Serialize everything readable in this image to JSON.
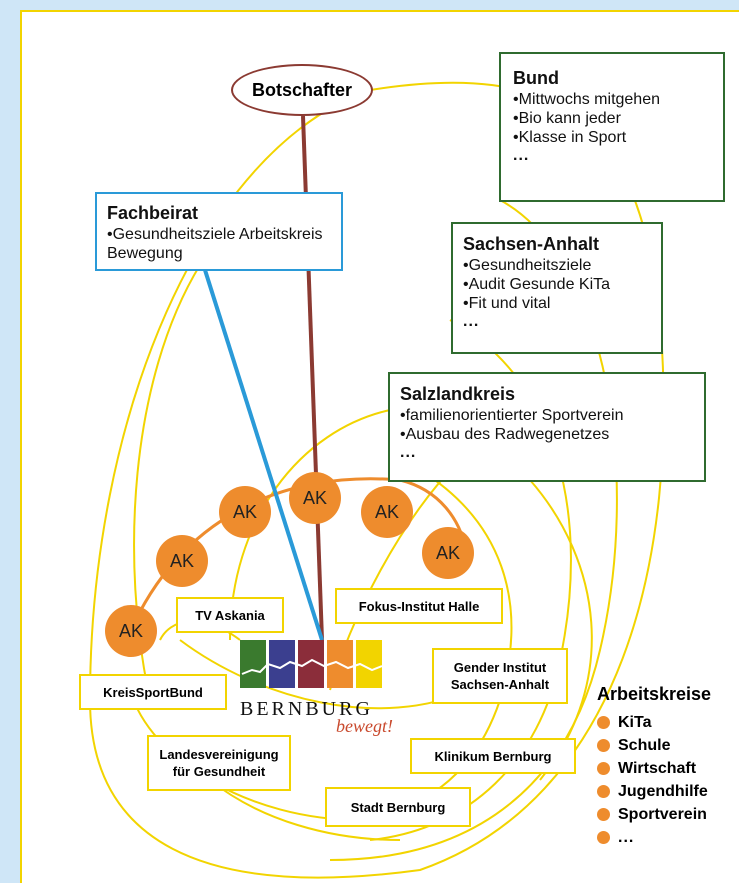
{
  "botschafter": "Botschafter",
  "bund": {
    "title": "Bund",
    "items": [
      "Mittwochs mitgehen",
      "Bio kann jeder",
      "Klasse in Sport"
    ],
    "more": "..."
  },
  "sachsen_anhalt": {
    "title": "Sachsen-Anhalt",
    "items": [
      "Gesundheitsziele",
      "Audit Gesunde KiTa",
      "Fit und vital"
    ],
    "more": "..."
  },
  "salzlandkreis": {
    "title": "Salzlandkreis",
    "items": [
      "familienorientierter Sportverein",
      "Ausbau des Radwegenetzes"
    ],
    "more": "..."
  },
  "fachbeirat": {
    "title": "Fachbeirat",
    "items": [
      "Gesundheitsziele Arbeitskreis Bewegung"
    ]
  },
  "ak_label": "AK",
  "partners": {
    "tv_askania": "TV Askania",
    "fokus": "Fokus-Institut Halle",
    "kreissportbund": "KreisSportBund",
    "gender": "Gender Institut Sachsen-Anhalt",
    "landesvereinigung": "Landesvereinigung für Gesundheit",
    "klinikum": "Klinikum Bernburg",
    "stadt": "Stadt Bernburg"
  },
  "logo": {
    "name": "BERNBURG",
    "slogan": "bewegt!",
    "colors": [
      "#3a7a2e",
      "#3b3f8f",
      "#8b2d3a",
      "#ee8c2d",
      "#f2d400"
    ]
  },
  "legend": {
    "title": "Arbeitskreise",
    "items": [
      "KiTa",
      "Schule",
      "Wirtschaft",
      "Jugendhilfe",
      "Sportverein"
    ],
    "more": "..."
  },
  "colors": {
    "link_yellow": "#f2d400",
    "link_red": "#8b3a32",
    "link_blue": "#2a9ad8",
    "ak_orange": "#ee8c2d",
    "green_border": "#2f6b2f"
  }
}
